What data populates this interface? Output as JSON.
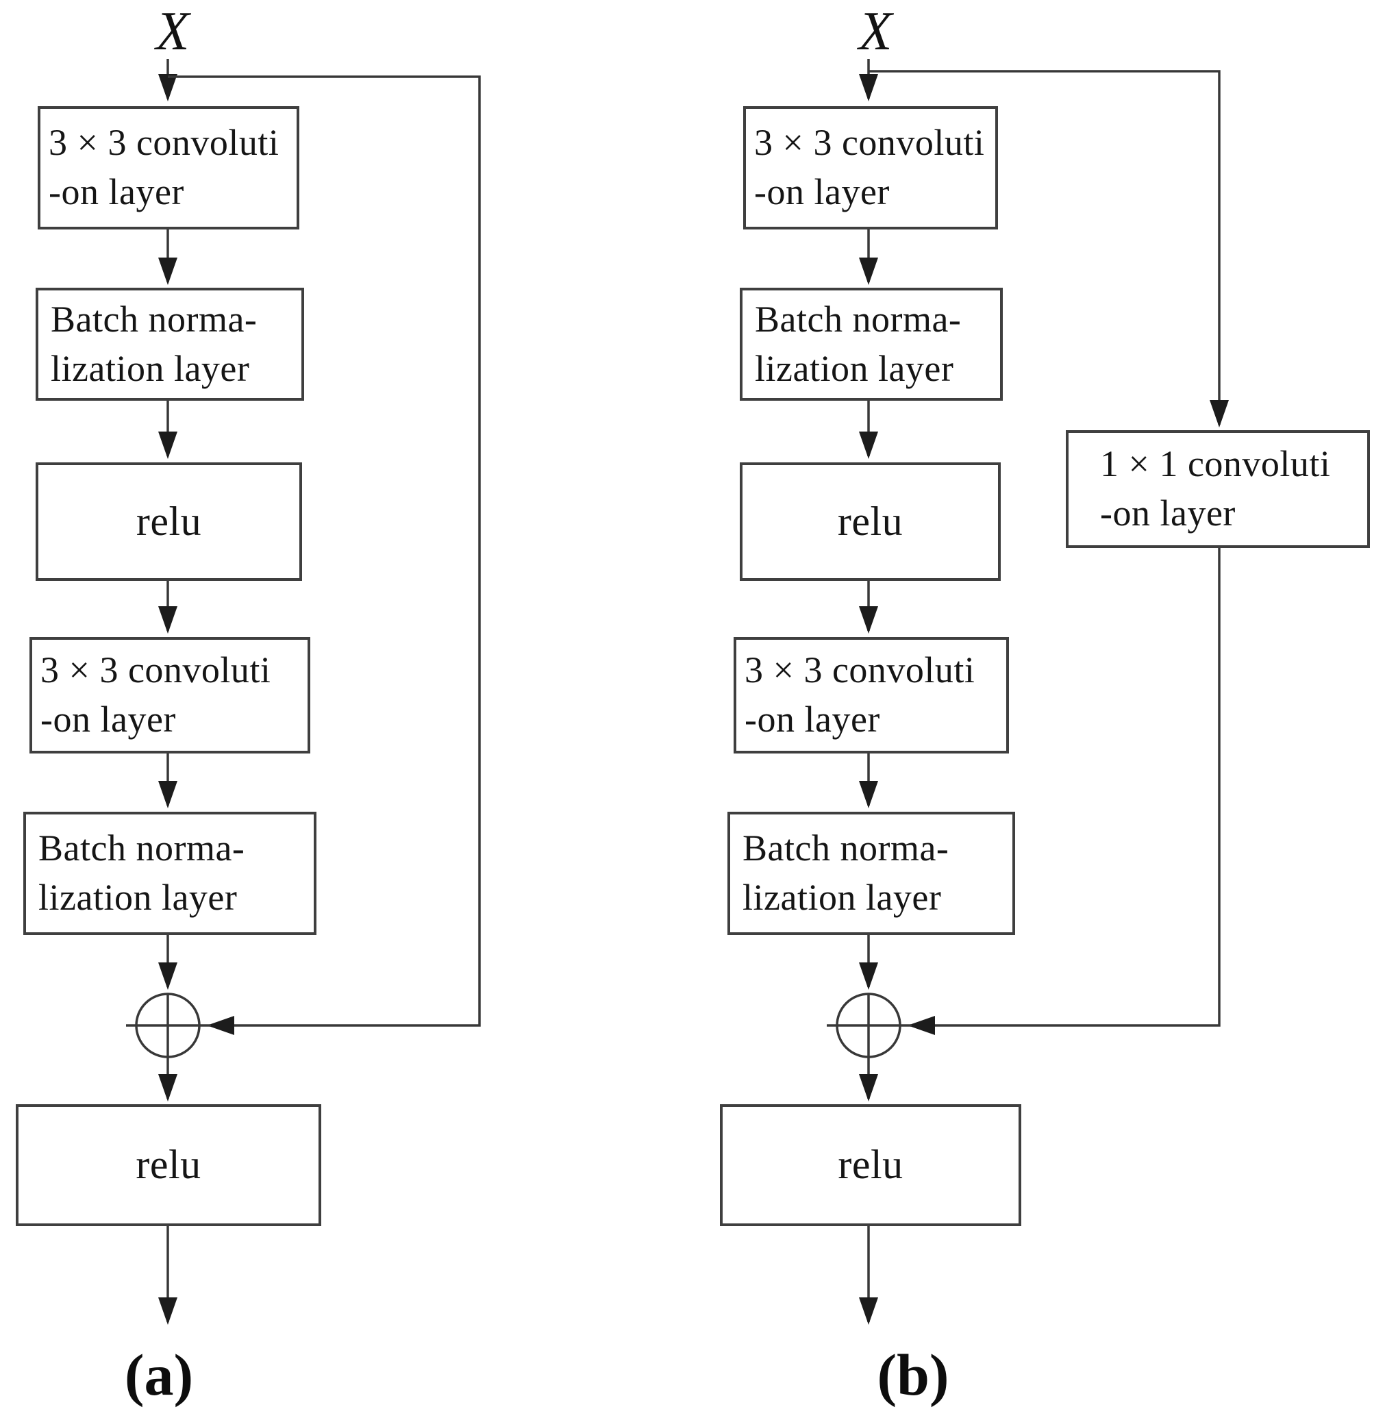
{
  "figure": {
    "colors": {
      "background": "#ffffff",
      "line_stroke": "#383838",
      "box_border": "#3f3f3f",
      "text": "#151515"
    },
    "diagram_a": {
      "caption": "(a)",
      "input_label": "X",
      "nodes": {
        "conv1": {
          "line1": "3 × 3 convoluti",
          "line2": "-on layer"
        },
        "bn1": {
          "line1": "Batch norma-",
          "line2": "lization layer"
        },
        "relu1": {
          "label": "relu"
        },
        "conv2": {
          "line1": "3 × 3 convoluti",
          "line2": "-on layer"
        },
        "bn2": {
          "line1": "Batch norma-",
          "line2": "lization layer"
        },
        "relu_out": {
          "label": "relu"
        }
      }
    },
    "diagram_b": {
      "caption": "(b)",
      "input_label": "X",
      "nodes": {
        "conv1": {
          "line1": "3 × 3 convoluti",
          "line2": "-on layer"
        },
        "bn1": {
          "line1": "Batch norma-",
          "line2": "lization layer"
        },
        "relu1": {
          "label": "relu"
        },
        "conv2": {
          "line1": "3 × 3 convoluti",
          "line2": "-on layer"
        },
        "bn2": {
          "line1": "Batch norma-",
          "line2": "lization layer"
        },
        "skip_conv": {
          "line1": "1 × 1 convoluti",
          "line2": "-on layer"
        },
        "relu_out": {
          "label": "relu"
        }
      }
    }
  }
}
